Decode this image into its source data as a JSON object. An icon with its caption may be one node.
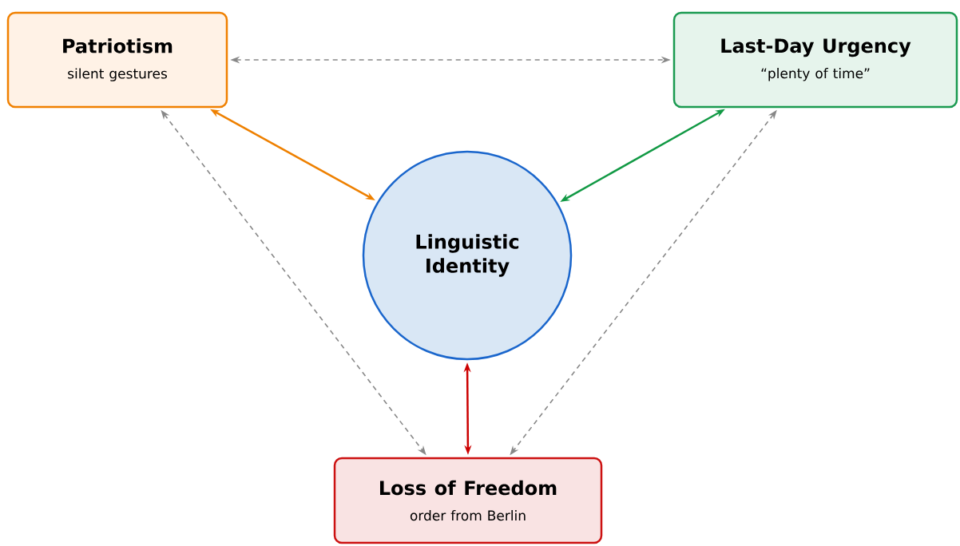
{
  "diagram": {
    "nodes": [
      {
        "text": [
          "Patriotism",
          "silent gestures"
        ]
      },
      {
        "text": [
          "Last-Day Urgency",
          "“plenty of time”"
        ]
      },
      {
        "text": [
          "Linguistic Identity"
        ]
      },
      {
        "text": [
          "Loss of Freedom",
          "order from Berlin"
        ]
      }
    ],
    "edges": [
      {
        "from": 0,
        "to": 1,
        "arrow": "both",
        "style": "dashed",
        "color": "#888888"
      },
      {
        "from": 0,
        "to": 2,
        "arrow": "both",
        "color": "#ee8000"
      },
      {
        "from": 1,
        "to": 2,
        "arrow": "both",
        "color": "#119944"
      },
      {
        "from": 2,
        "to": 3,
        "arrow": "both",
        "color": "#cc0000"
      },
      {
        "from": 0,
        "to": 3,
        "arrow": "both",
        "style": "dashed",
        "color": "#888888"
      },
      {
        "from": 1,
        "to": 3,
        "arrow": "both",
        "style": "dashed",
        "color": "#888888"
      }
    ]
  }
}
